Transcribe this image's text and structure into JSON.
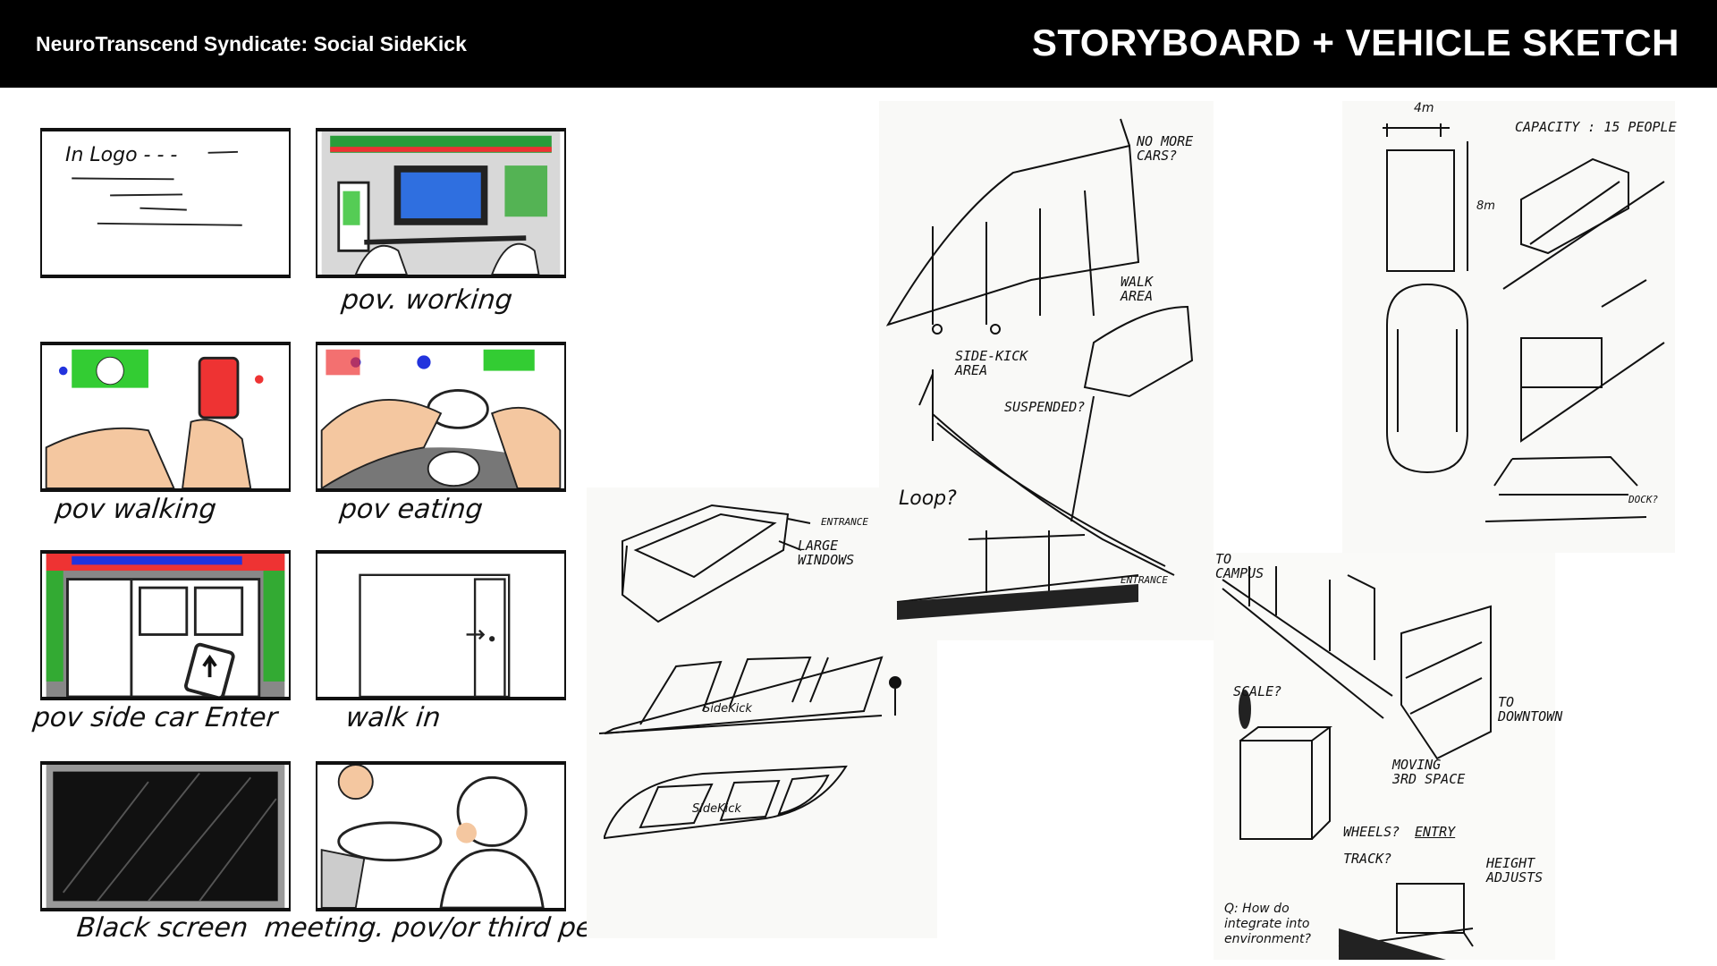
{
  "header": {
    "subtitle": "NeuroTranscend Syndicate:  Social SideKick",
    "title": "STORYBOARD + VEHICLE SKETCH"
  },
  "storyboard": {
    "panels": [
      {
        "caption": "In Logo",
        "note": "In Logo - - -"
      },
      {
        "caption": "pov. working"
      },
      {
        "caption": "pov walking"
      },
      {
        "caption": "pov eating"
      },
      {
        "caption": "pov side car Enter"
      },
      {
        "caption": "walk in"
      },
      {
        "caption": "Black screen"
      },
      {
        "caption": "meeting. pov/or third person"
      }
    ]
  },
  "sketches": {
    "vehicle_left": {
      "entrance": "ENTRANCE",
      "windows": "LARGE WINDOWS",
      "brand1": "SideKick",
      "brand2": "SideKick"
    },
    "middle": {
      "no_more_cars": "NO MORE CARS?",
      "walk_area": "WALK AREA",
      "sidekick_area": "SIDE-KICK AREA",
      "suspended": "SUSPENDED?",
      "loop": "Loop?",
      "entrance": "ENTRANCE"
    },
    "right": {
      "width": "4m",
      "length": "8m",
      "capacity": "CAPACITY : 15 people",
      "dock": "DOCK?"
    },
    "bottom_right": {
      "to_campus": "TO CAMPUS",
      "to_downtown": "TO DOWNTOWN",
      "moving": "MOVING 3rd SPACE",
      "scale": "SCALE?",
      "wheels": "WHEELS?",
      "track": "TRACK?",
      "entry": "ENTRY",
      "height": "HEIGHT ADJUSTS",
      "question": "Q: How do integrate into environment?"
    }
  }
}
